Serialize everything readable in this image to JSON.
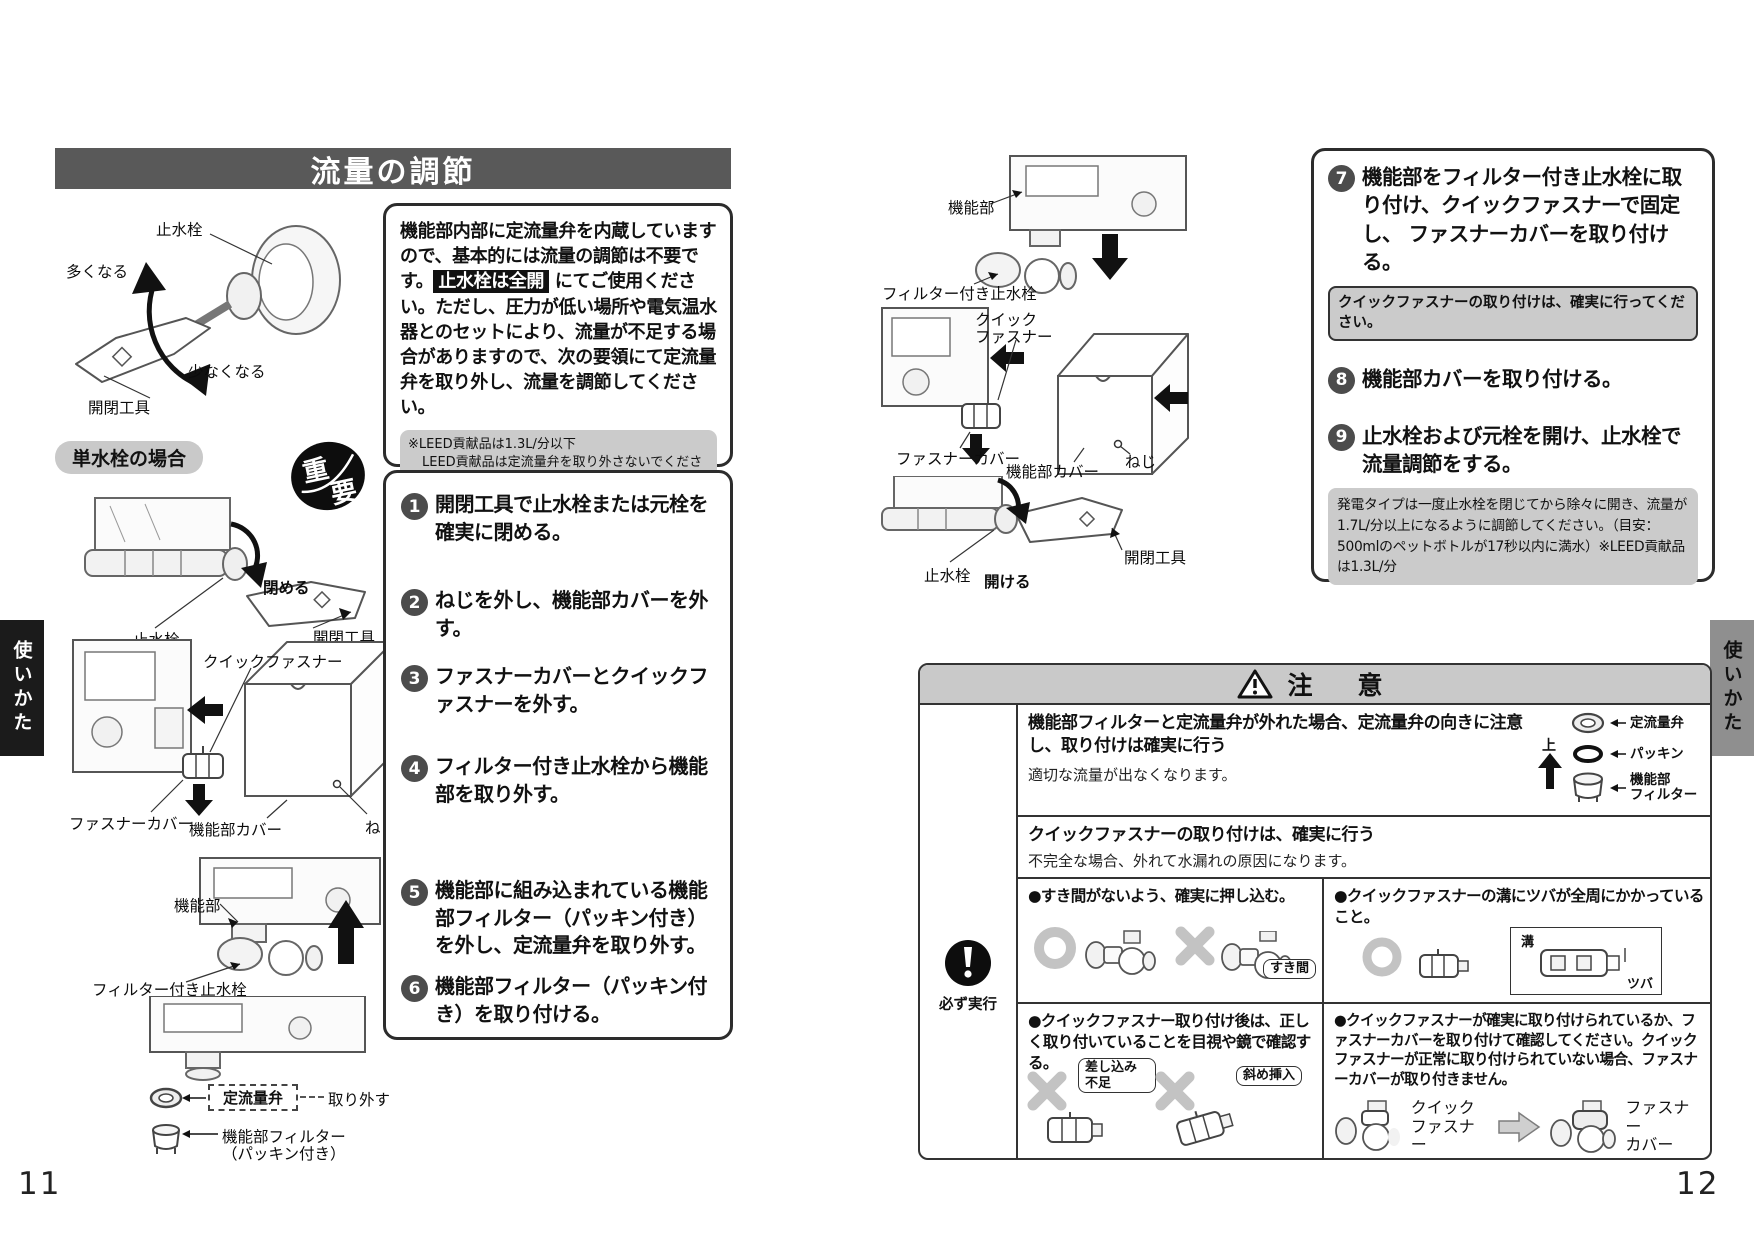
{
  "left_page": {
    "tab_label": "使いかた",
    "page_number": "11",
    "title": "流量の調節",
    "fig_adjust": {
      "valve": "止水栓",
      "increase": "多くなる",
      "decrease": "少なくなる",
      "tool": "開閉工具"
    },
    "intro": {
      "before": "機能部内部に定流量弁を内蔵していますので、基本的には流量の調節は不要です。",
      "highlight": "止水栓は全開",
      "after": " にてご使用ください。ただし、圧力が低い場所や電気温水器とのセットにより、流量が不足する場合がありますので、次の要領にて定流量弁を取り外し、流量を調節してください。",
      "note_line1": "※LEED貢献品は1.3L/分以下",
      "note_line2": "LEED貢献品は定流量弁を取り外さないでください。"
    },
    "section_label": "単水栓の場合",
    "important_top": "重",
    "important_bottom": "要",
    "fig_close": {
      "close": "閉める",
      "valve": "止水栓",
      "tool": "開閉工具"
    },
    "fig_remove": {
      "quick_fastener": "クイックファスナー",
      "fastener_cover": "ファスナーカバー",
      "unit_cover": "機能部カバー",
      "screw": "ねじ"
    },
    "fig_detach": {
      "unit": "機能部",
      "filter_valve": "フィルター付き止水栓"
    },
    "fig_parts": {
      "flow_valve": "定流量弁",
      "remove": "取り外す",
      "filter_line1": "機能部フィルター",
      "filter_line2": "（パッキン付き）"
    },
    "steps": [
      {
        "num": "1",
        "text": "開閉工具で止水栓または元栓を確実に閉める。"
      },
      {
        "num": "2",
        "text": "ねじを外し、機能部カバーを外す。"
      },
      {
        "num": "3",
        "text": "ファスナーカバーとクイックファスナーを外す。"
      },
      {
        "num": "4",
        "text": "フィルター付き止水栓から機能部を取り外す。"
      },
      {
        "num": "5",
        "text": "機能部に組み込まれている機能部フィルター（パッキン付き）を外し、定流量弁を取り外す。"
      },
      {
        "num": "6",
        "text": "機能部フィルター（パッキン付き）を取り付ける。"
      }
    ]
  },
  "right_page": {
    "tab_label": "使いかた",
    "page_number": "12",
    "fig_attach": {
      "unit": "機能部",
      "filter_valve": "フィルター付き止水栓"
    },
    "fig_fasten": {
      "quick_line1": "クイック",
      "quick_line2": "ファスナー",
      "fastener_cover": "ファスナーカバー",
      "unit_cover": "機能部カバー",
      "screw": "ねじ"
    },
    "fig_open": {
      "valve": "止水栓",
      "open": "開ける",
      "tool": "開閉工具"
    },
    "step7": {
      "num": "7",
      "text": "機能部をフィルター付き止水栓に取り付け、クイックファスナーで固定し、 ファスナーカバーを取り付ける。",
      "note": "クイックファスナーの取り付けは、確実に行ってください。"
    },
    "step8": {
      "num": "8",
      "text": "機能部カバーを取り付ける。"
    },
    "step9": {
      "num": "9",
      "text": "止水栓および元栓を開け、止水栓で流量調節をする。",
      "note": "発電タイプは一度止水栓を閉じてから除々に開き、流量が1.7L/分以上になるように調節してください。（目安：500mlのペットボトルが17秒以内に満水）※LEED貢献品は1.3L/分"
    }
  },
  "caution": {
    "header": "注　意",
    "mandatory_label": "必ず実行",
    "row1": {
      "heading": "機能部フィルターと定流量弁が外れた場合、定流量弁の向きに注意し、取り付けは確実に行う",
      "body": "適切な流量が出なくなります。",
      "up": "上",
      "flow_valve": "定流量弁",
      "packing": "パッキン",
      "filter_line1": "機能部",
      "filter_line2": "フィルター"
    },
    "row2": {
      "heading": "クイックファスナーの取り付けは、確実に行う",
      "body": "不完全な場合、外れて水漏れの原因になります。"
    },
    "row3_left": {
      "bullet": "●すき間がないよう、確実に押し込む。",
      "callout": "すき間"
    },
    "row3_right": {
      "bullet": "●クイックファスナーの溝にツバが全周にかかっていること。",
      "groove": "溝",
      "flange": "ツバ"
    },
    "row4_left": {
      "bullet": "●クイックファスナー取り付け後は、正しく取り付いていることを目視や鏡で確認する。",
      "callout1": "差し込み不足",
      "callout2": "斜め挿入"
    },
    "row4_right": {
      "bullet": "●クイックファスナーが確実に取り付けられているか、ファスナーカバーを取り付けて確認してください。クイックファスナーが正常に取り付けられていない場合、ファスナーカバーが取り付きません。",
      "quick_line1": "クイック",
      "quick_line2": "ファスナー",
      "cover_line1": "ファスナー",
      "cover_line2": "カバー"
    }
  },
  "colors": {
    "title_bar": "#595959",
    "note_bg": "#cbcbcb",
    "caution_header_bg": "#c9c9c9",
    "highlight_bg": "#111111"
  }
}
